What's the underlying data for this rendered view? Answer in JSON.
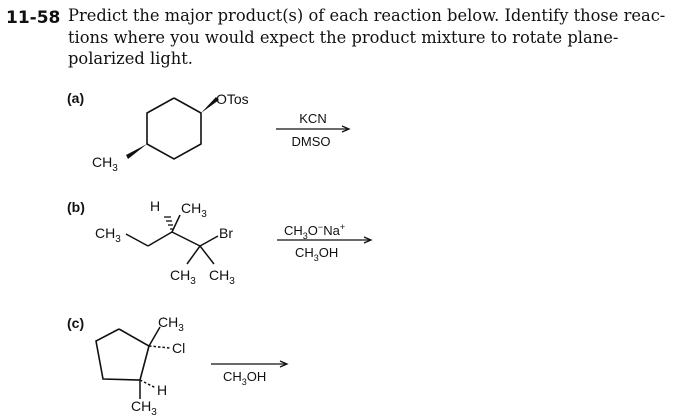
{
  "problem": {
    "number": "11-58",
    "lines": [
      "Predict the major product(s) of each reaction below. Identify those reac-",
      "tions where you would expect the product mixture to rotate plane-",
      "polarized light."
    ]
  },
  "parts": {
    "a": {
      "label": "(a)",
      "leaving_group": "OTos",
      "substituent": "CH",
      "substituent_sub": "3",
      "reagent_above": "KCN",
      "reagent_below": "DMSO"
    },
    "b": {
      "label": "(b)",
      "h_label": "H",
      "top_methyl": "CH",
      "top_methyl_sub": "3",
      "left_methyl": "CH",
      "left_methyl_sub": "3",
      "halogen": "Br",
      "bottom_methyl_1": "CH",
      "bottom_methyl_1_sub": "3",
      "bottom_methyl_2": "CH",
      "bottom_methyl_2_sub": "3",
      "reagent_above_pre": "CH",
      "reagent_above_sub": "3",
      "reagent_above_o": "O",
      "reagent_above_minus": "−",
      "reagent_above_na": "Na",
      "reagent_above_plus": "+",
      "reagent_below_pre": "CH",
      "reagent_below_sub": "3",
      "reagent_below_post": "OH"
    },
    "c": {
      "label": "(c)",
      "top_methyl": "CH",
      "top_methyl_sub": "3",
      "halogen": "Cl",
      "h_label": "H",
      "bottom_methyl": "CH",
      "bottom_methyl_sub": "3",
      "reagent_pre": "CH",
      "reagent_sub": "3",
      "reagent_post": "OH"
    }
  }
}
